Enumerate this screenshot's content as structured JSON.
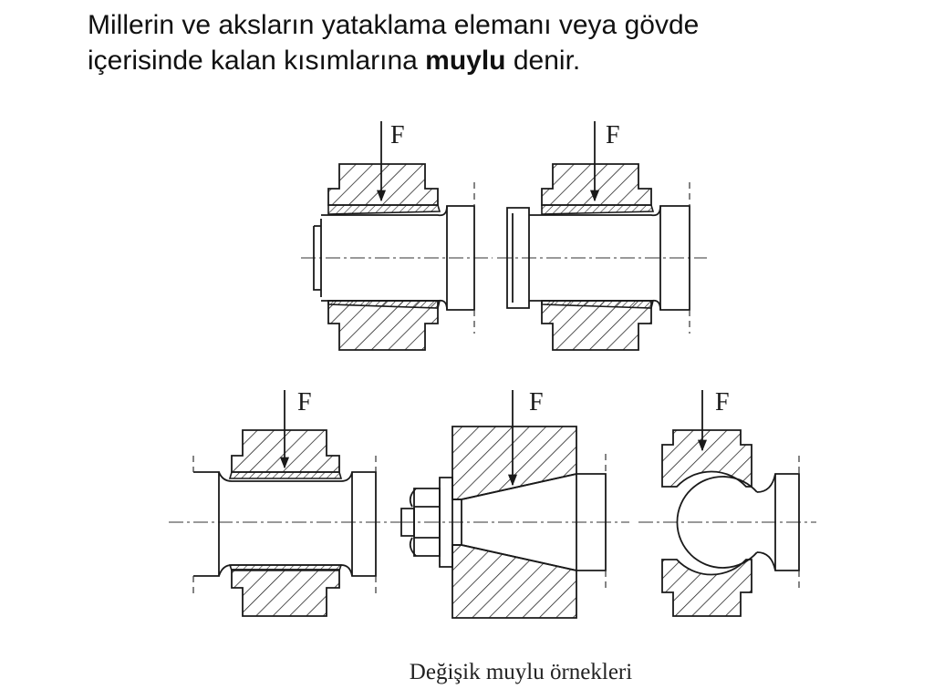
{
  "heading": {
    "line1": "Millerin ve aksların yataklama elemanı veya gövde",
    "line2_before": "içerisinde kalan kısımlarına ",
    "line2_bold": "muylu",
    "line2_after": " denir."
  },
  "diagrams": {
    "force_label": "F"
  },
  "caption": "Değişik muylu örnekleri"
}
